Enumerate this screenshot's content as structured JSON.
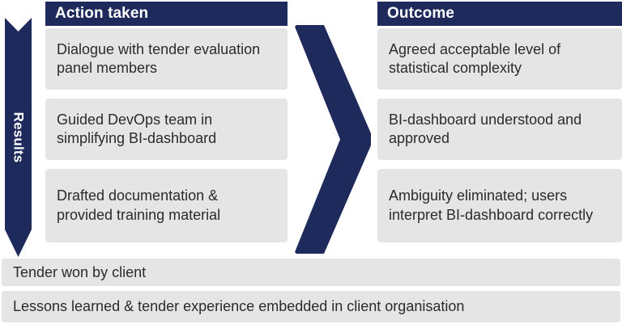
{
  "colors": {
    "navy": "#1f2a5c",
    "card_gray": "#e5e5e5",
    "text_dark": "#2b2b2b",
    "header_text": "#ffffff",
    "background": "#ffffff"
  },
  "results_arrow": {
    "label": "Results",
    "direction": "down"
  },
  "center_arrow": {
    "direction": "right"
  },
  "columns": [
    {
      "header": "Action taken",
      "cards": [
        "Dialogue with tender evaluation panel members",
        "Guided DevOps team in simplifying BI-dashboard",
        "Drafted documentation & provided training material"
      ]
    },
    {
      "header": "Outcome",
      "cards": [
        "Agreed acceptable level of statistical complexity",
        "BI-dashboard understood and approved",
        "Ambiguity eliminated; users interpret BI-dashboard correctly"
      ]
    }
  ],
  "footer_bars": [
    "Tender won by client",
    "Lessons learned & tender experience embedded in client organisation"
  ]
}
